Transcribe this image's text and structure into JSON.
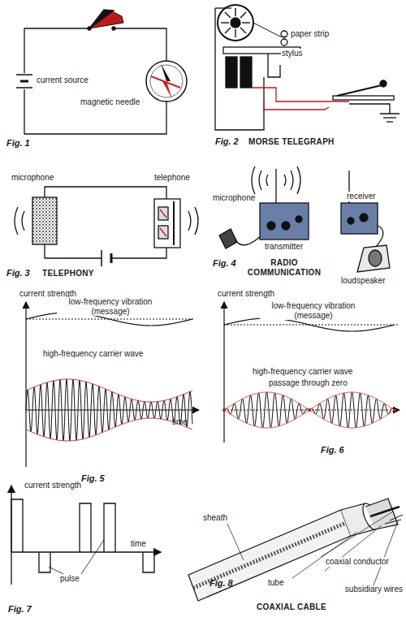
{
  "diagram": {
    "labels": [
      "current source",
      "magnetic needle",
      "Fig. 1",
      "paper strip",
      "stylus",
      "Fig. 2",
      "MORSE TELEGRAPH",
      "microphone",
      "telephone",
      "Fig. 3",
      "TELEPHONY",
      "microphone",
      "transmitter",
      "receiver",
      "loudspeaker",
      "Fig. 4",
      "RADIO COMMUNICATION",
      "current strength",
      "low-frequency vibration (message)",
      "high-frequency carrier wave",
      "time",
      "Fig. 5",
      "current strength",
      "low-frequency vibration (message)",
      "high-frequency carrier wave",
      "passage through zero",
      "Fig. 6",
      "current strength",
      "time",
      "pulse",
      "Fig. 7",
      "sheath",
      "tube",
      "coaxial conductor",
      "subsidiary wires",
      "Fig. 8",
      "COAXIAL CABLE"
    ]
  }
}
